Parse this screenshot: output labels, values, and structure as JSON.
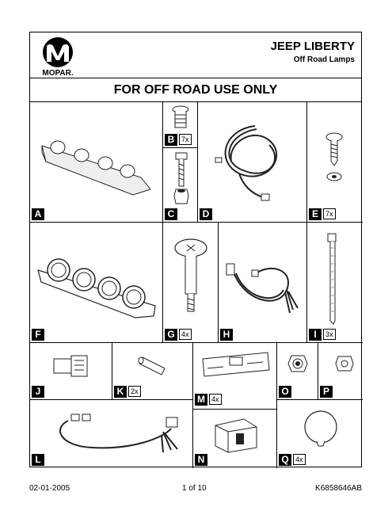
{
  "header": {
    "brand": "MOPAR.",
    "title": "JEEP LIBERTY",
    "subtitle": "Off Road Lamps"
  },
  "banner": "FOR OFF ROAD USE ONLY",
  "parts": {
    "A": {
      "label": "A"
    },
    "B": {
      "label": "B",
      "qty": "7x"
    },
    "C": {
      "label": "C"
    },
    "D": {
      "label": "D"
    },
    "E": {
      "label": "E",
      "qty": "7x"
    },
    "F": {
      "label": "F"
    },
    "G": {
      "label": "G",
      "qty": "4x"
    },
    "H": {
      "label": "H"
    },
    "I": {
      "label": "I",
      "qty": "3x"
    },
    "J": {
      "label": "J"
    },
    "K": {
      "label": "K",
      "qty": "2x"
    },
    "M": {
      "label": "M",
      "qty": "4x"
    },
    "O": {
      "label": "O"
    },
    "P": {
      "label": "P"
    },
    "L": {
      "label": "L"
    },
    "N": {
      "label": "N"
    },
    "Q": {
      "label": "Q",
      "qty": "4x"
    }
  },
  "footer": {
    "date": "02-01-2005",
    "page": "1 of 10",
    "part_number": "K6858646AB"
  }
}
